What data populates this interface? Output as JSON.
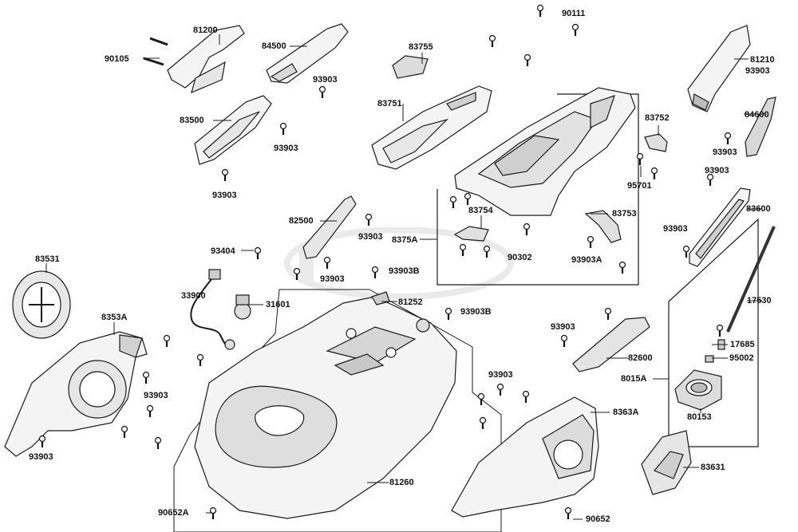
{
  "labels": {
    "l81200": "81200",
    "l90105": "90105",
    "l84500": "84500",
    "l83755": "83755",
    "l90111": "90111",
    "l81210": "81210",
    "l93903_tr": "93903",
    "l83751": "83751",
    "l83500": "83500",
    "l93903_a": "93903",
    "l93903_b": "93903",
    "l93903_c": "93903",
    "l83752": "83752",
    "l84600": "84600",
    "l93903_d": "93903",
    "l95701": "95701",
    "l93903_e": "93903",
    "l82500": "82500",
    "l93903_f": "93903",
    "l83754": "83754",
    "l83753": "83753",
    "l83600": "83600",
    "l8375A": "8375A",
    "l90302": "90302",
    "l93903A": "93903A",
    "l93903_g": "93903",
    "l83531": "83531",
    "l93404": "93404",
    "l93903_h": "93903",
    "l93903B_a": "93903B",
    "l33900": "33900",
    "l31601": "31601",
    "l81252": "81252",
    "l93903B_b": "93903B",
    "l17530": "17530",
    "l8353A": "8353A",
    "l93903_i": "93903",
    "l82600": "82600",
    "l17685": "17685",
    "l95002": "95002",
    "l8015A": "8015A",
    "l93903_j": "93903",
    "l93903_k": "93903",
    "l8363A": "8363A",
    "l80153": "80153",
    "l93903_l": "93903",
    "l81260": "81260",
    "l83631": "83631",
    "l90652A": "90652A",
    "l90652": "90652"
  },
  "colors": {
    "line": "#1a1a1a",
    "part_fill": "#f4f4f4",
    "part_shade": "#cfcfcf"
  }
}
